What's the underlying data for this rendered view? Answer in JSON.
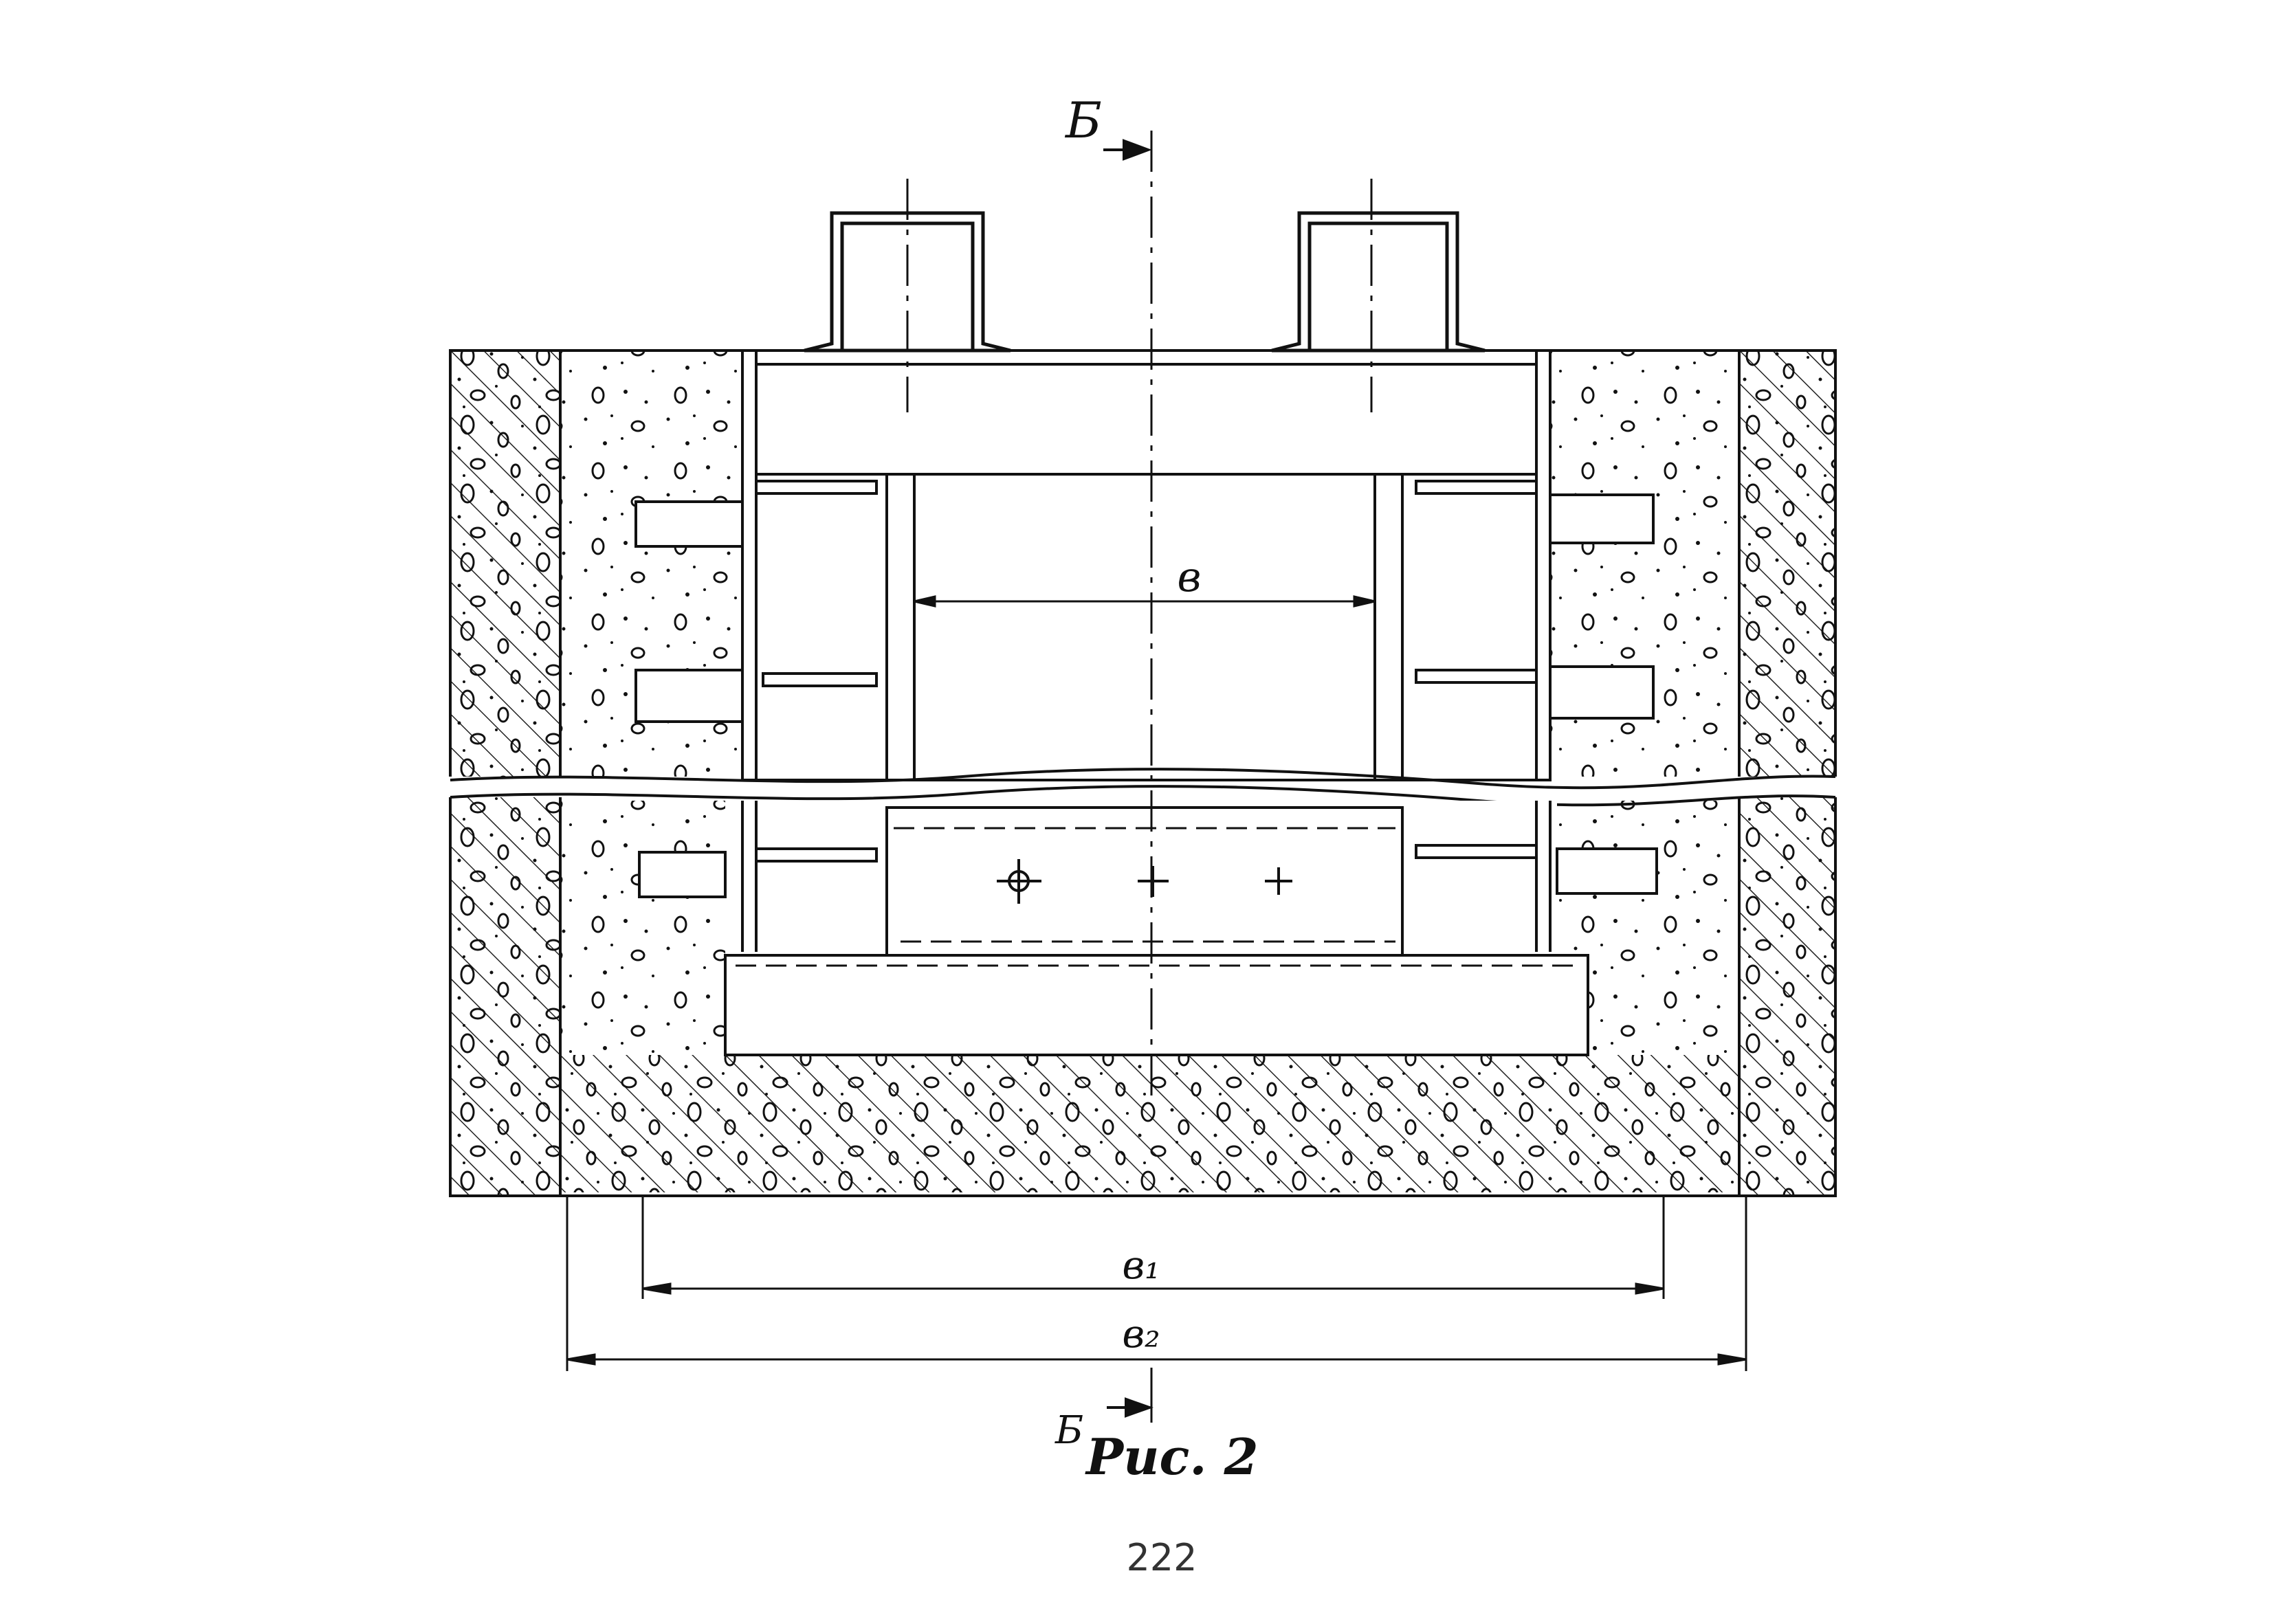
{
  "section_marker": {
    "top": "Б",
    "bottom": "Б"
  },
  "dimensions": {
    "inner_width": "в",
    "base_width": "в₁",
    "overall_width": "в₂"
  },
  "caption": "Рис. 2",
  "page_number": "222"
}
